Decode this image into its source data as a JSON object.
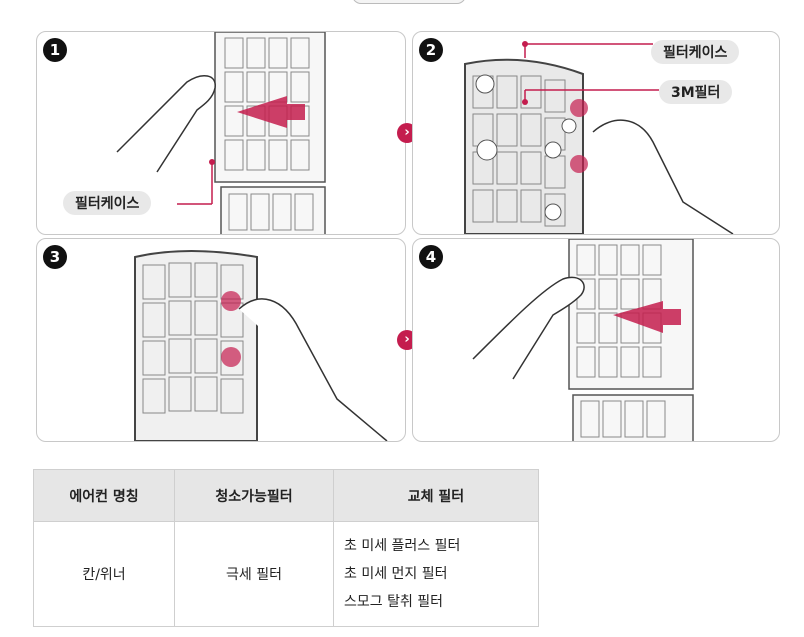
{
  "steps": {
    "s1": {
      "number": "1",
      "callout": "필터케이스"
    },
    "s2": {
      "number": "2",
      "callout_case": "필터케이스",
      "callout_filter": "3M필터"
    },
    "s3": {
      "number": "3"
    },
    "s4": {
      "number": "4"
    }
  },
  "icons": {
    "next": "chevron-right-icon"
  },
  "colors": {
    "accent": "#c41d4e"
  },
  "table": {
    "headers": [
      "에어컨 명칭",
      "청소가능필터",
      "교체 필터"
    ],
    "row": {
      "name": "칸/위너",
      "cleanable": "극세 필터",
      "replacements": [
        "초 미세 플러스 필터",
        "초 미세 먼지 필터",
        "스모그 탈취 필터"
      ]
    }
  }
}
